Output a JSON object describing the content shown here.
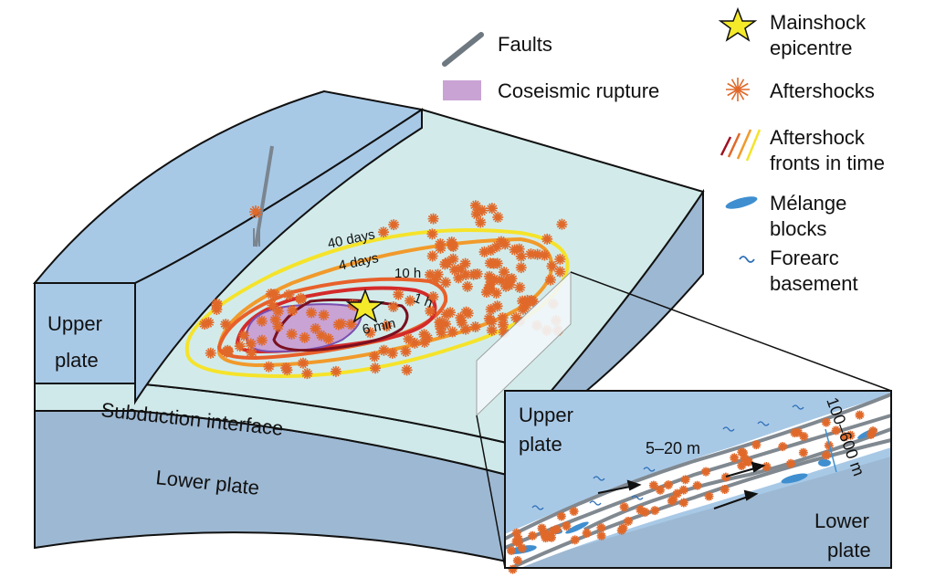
{
  "legend": {
    "faults": "Faults",
    "coseismic_rupture": "Coseismic rupture",
    "mainshock_line1": "Mainshock",
    "mainshock_line2": "epicentre",
    "aftershocks": "Aftershocks",
    "fronts_line1": "Aftershock",
    "fronts_line2": "fronts in time",
    "melange_line1": "Mélange",
    "melange_line2": "blocks",
    "forearc_line1": "Forearc",
    "forearc_line2": "basement"
  },
  "block_labels": {
    "upper_plate_line1": "Upper",
    "upper_plate_line2": "plate",
    "subduction_interface": "Subduction interface",
    "lower_plate": "Lower plate"
  },
  "contours": [
    "40 days",
    "4 days",
    "10 h",
    "1 h",
    "6 min"
  ],
  "inset": {
    "upper_plate_line1": "Upper",
    "upper_plate_line2": "plate",
    "lower_plate_line1": "Lower",
    "lower_plate_line2": "plate",
    "thin_width": "5–20 m",
    "zone_width": "100–600 m"
  },
  "colors": {
    "upper_plate": "#a8c9e6",
    "surface": "#d2ebea",
    "lower_plate": "#9db8d2",
    "aftershock": "#e0692a",
    "rupture": "#c9a3d4",
    "star": "#f5ea2a",
    "melange": "#3f8fd0"
  }
}
